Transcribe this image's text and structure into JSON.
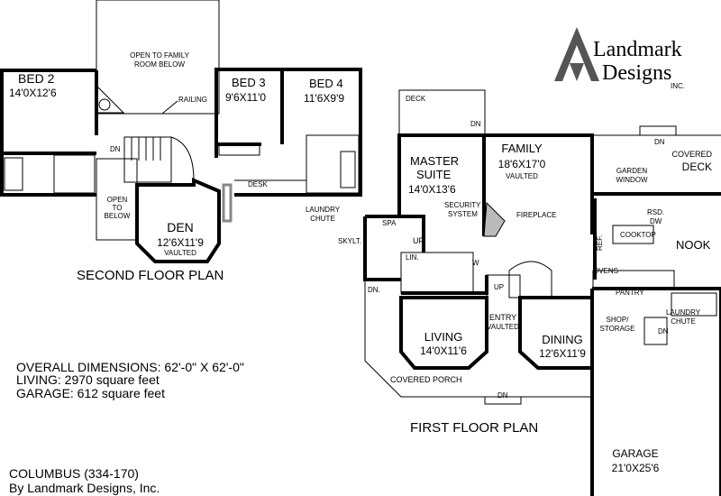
{
  "logo": {
    "line1": "Landmark",
    "line2": "Designs",
    "inc": "INC."
  },
  "second_floor": {
    "title": "SECOND FLOOR PLAN",
    "open_family_1": "OPEN TO FAMILY",
    "open_family_2": "ROOM BELOW",
    "railing": "RAILING",
    "bed2": {
      "name": "BED 2",
      "size": "14'0X12'6"
    },
    "bed3": {
      "name": "BED 3",
      "size": "9'6X11'0"
    },
    "bed4": {
      "name": "BED 4",
      "size": "11'6X9'9"
    },
    "dn": "DN",
    "desk": "DESK",
    "open_below_1": "OPEN",
    "open_below_2": "TO",
    "open_below_3": "BELOW",
    "den": {
      "name": "DEN",
      "size": "12'6X11'9",
      "note": "VAULTED"
    },
    "laundry_1": "LAUNDRY",
    "laundry_2": "CHUTE",
    "skylight": "SKYLT."
  },
  "first_floor": {
    "title": "FIRST FLOOR PLAN",
    "deck": "DECK",
    "deck_dn": "DN",
    "master": {
      "name1": "MASTER",
      "name2": "SUITE",
      "size": "14'0X13'6"
    },
    "security_1": "SECURITY",
    "security_2": "SYSTEM",
    "family": {
      "name": "FAMILY",
      "size": "18'6X17'0",
      "note": "VAULTED"
    },
    "fireplace": "FIREPLACE",
    "spa": "SPA",
    "up1": "UP",
    "lin": "LIN.",
    "w": "W",
    "dn_left": "DN.",
    "up2": "UP",
    "entry_1": "ENTRY",
    "entry_2": "VAULTED",
    "living": {
      "name": "LIVING",
      "size": "14'0X11'6"
    },
    "dining": {
      "name": "DINING",
      "size": "12'6X11'9"
    },
    "porch": "COVERED PORCH",
    "porch_dn": "DN",
    "covered_deck_dn": "DN",
    "covered_deck_1": "COVERED",
    "covered_deck_2": "DECK",
    "garden_1": "GARDEN",
    "garden_2": "WINDOW",
    "rsd": "RSD.",
    "dw": "DW",
    "ref": "REF.",
    "cooktop": "COOKTOP",
    "nook": "NOOK",
    "ovens": "OVENS",
    "pantry": "PANTRY",
    "shop_1": "SHOP/",
    "shop_2": "STORAGE",
    "laundry_1": "LAUNDRY",
    "laundry_2": "CHUTE",
    "laundry_dn": "DN",
    "garage": {
      "name": "GARAGE",
      "size": "21'0X25'6"
    }
  },
  "info": {
    "dimensions": "OVERALL DIMENSIONS: 62'-0\" X 62'-0\"",
    "living": "LIVING: 2970 square feet",
    "garage": "GARAGE: 612 square feet",
    "plan_name": "COLUMBUS (334-170)",
    "by": "By Landmark Designs, Inc."
  }
}
